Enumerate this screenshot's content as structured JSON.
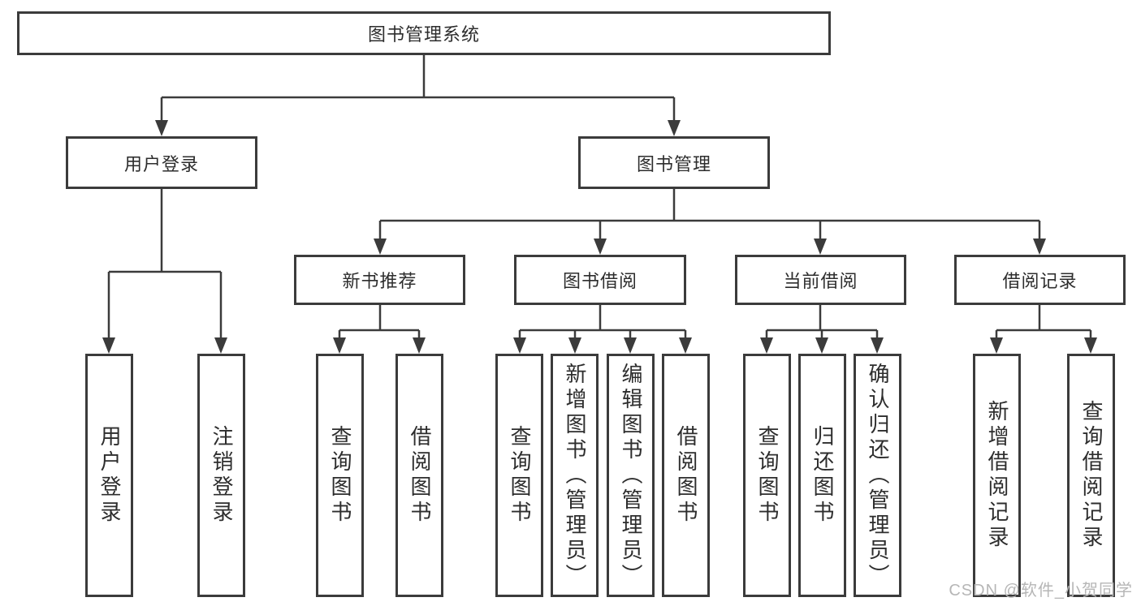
{
  "diagram": {
    "root": "图书管理系统",
    "user_login": {
      "label": "用户登录",
      "children": [
        "用户登录",
        "注销登录"
      ]
    },
    "book_mgmt": {
      "label": "图书管理",
      "sections": [
        {
          "label": "新书推荐",
          "children": [
            "查询图书",
            "借阅图书"
          ]
        },
        {
          "label": "图书借阅",
          "children": [
            "查询图书",
            "新增图书（管理员）",
            "编辑图书（管理员）",
            "借阅图书"
          ]
        },
        {
          "label": "当前借阅",
          "children": [
            "查询图书",
            "归还图书",
            "确认归还（管理员）"
          ]
        },
        {
          "label": "借阅记录",
          "children": [
            "新增借阅记录",
            "查询借阅记录"
          ]
        }
      ]
    }
  },
  "watermark": "CSDN @软件_小贺同学",
  "colors": {
    "line": "#3b3b3b",
    "text": "#2d2d2d",
    "watermark": "#b6b6b6",
    "background": "#ffffff"
  }
}
